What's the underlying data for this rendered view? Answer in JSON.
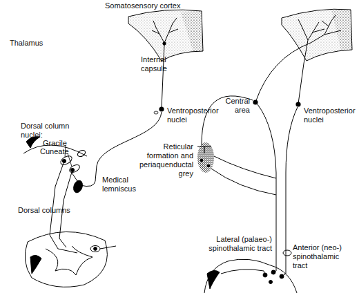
{
  "diagram": {
    "labels": [
      "Somatosensory cortex",
      "Thalamus",
      "Internal capsule",
      "Ventroposterior nuclei",
      "Dorsal column nuclei:",
      "Gracile",
      "Cuneate",
      "Medical lemniscus",
      "Dorsal columns",
      "Central area",
      "Ventroposterior nuclei",
      "Reticular formation and periaquenductal grey",
      "Lateral (palaeo-) spinothalamic tract",
      "Anterior (neo-) spinothalamic tract"
    ]
  }
}
